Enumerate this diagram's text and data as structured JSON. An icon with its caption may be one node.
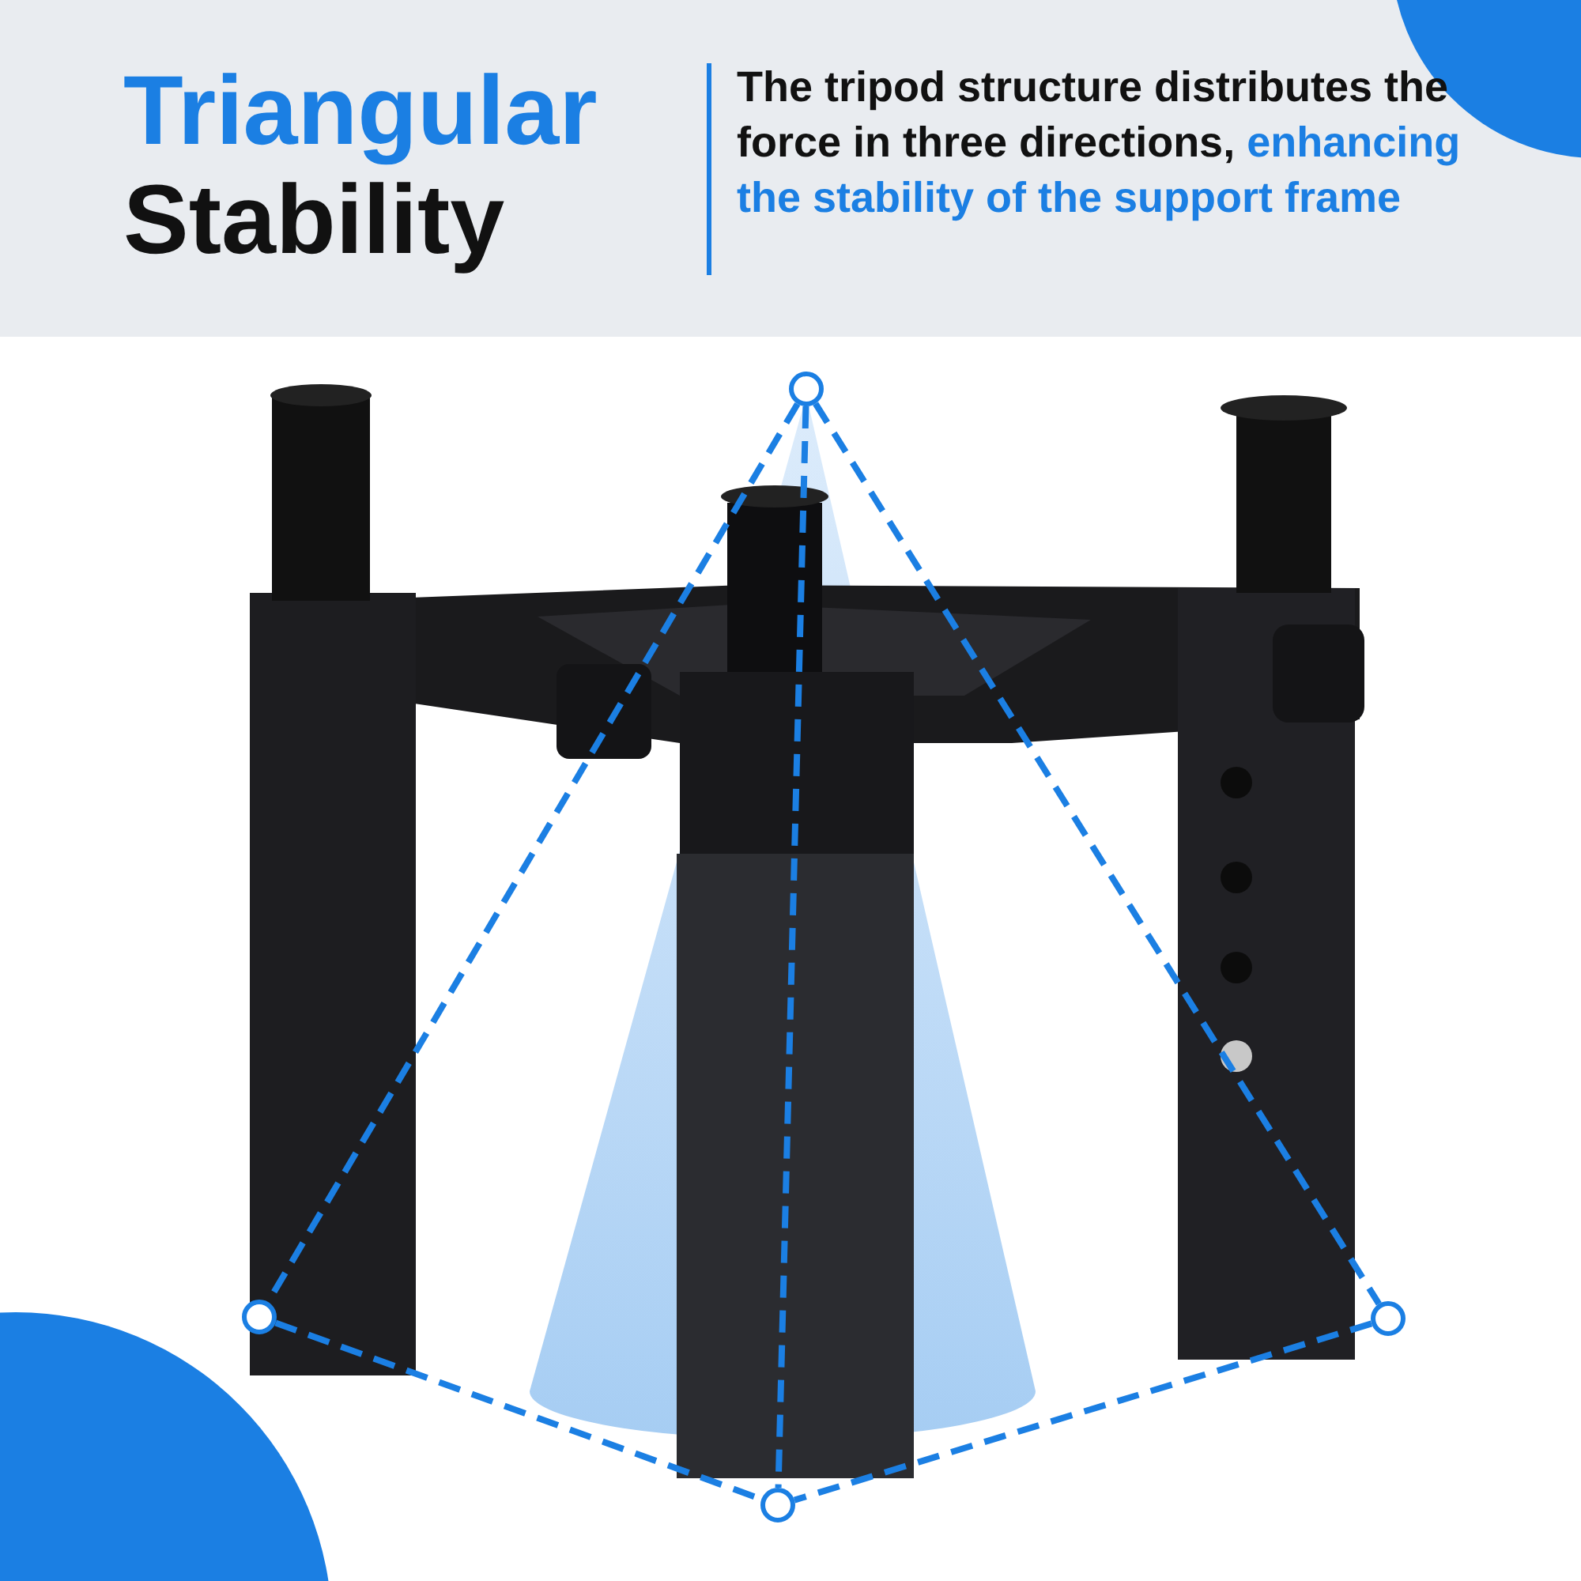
{
  "diagram": {
    "title": "Triangular Stability",
    "nodes": [
      {
        "text": [],
        "shape": "circle"
      },
      {
        "text": [],
        "shape": "circle"
      },
      {
        "text": [],
        "shape": "circle"
      },
      {
        "text": [],
        "shape": "circle"
      }
    ],
    "edges": [
      {
        "from": 0,
        "to": 1,
        "arrow": "none",
        "style": "dashed"
      },
      {
        "from": 0,
        "to": 2,
        "arrow": "none",
        "style": "dashed"
      },
      {
        "from": 0,
        "to": 3,
        "arrow": "none",
        "style": "dashed"
      },
      {
        "from": 1,
        "to": 3,
        "arrow": "none",
        "style": "dashed"
      },
      {
        "from": 2,
        "to": 3,
        "arrow": "none",
        "style": "dashed"
      }
    ],
    "labels": [
      "The tripod structure distributes the force in three directions,",
      "enhancing the stability of the support frame"
    ]
  }
}
